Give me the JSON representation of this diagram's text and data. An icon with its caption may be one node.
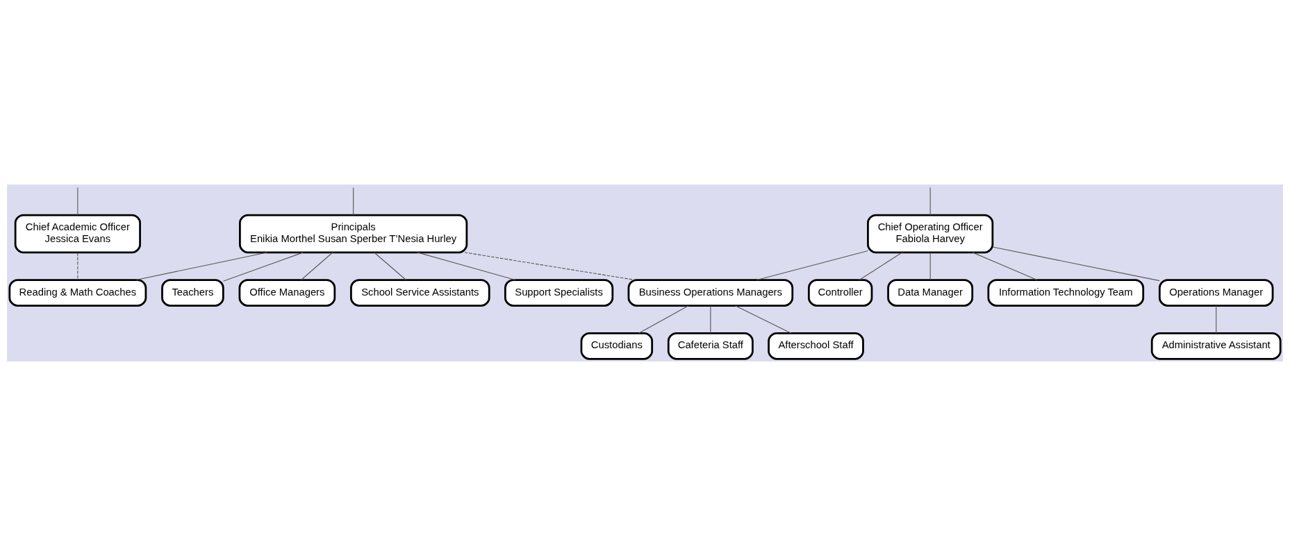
{
  "diagram": {
    "nodes": [
      {
        "text": [
          "Chief Academic Officer",
          "Jessica Evans"
        ]
      },
      {
        "text": [
          "Principals",
          "Enikia Morthel Susan Sperber T’Nesia Hurley"
        ]
      },
      {
        "text": [
          "Chief Operating Officer",
          "Fabiola Harvey"
        ]
      },
      {
        "text": [
          "Controller"
        ]
      },
      {
        "text": [
          "Data Manager"
        ]
      },
      {
        "text": [
          "Reading & Math Coaches"
        ]
      },
      {
        "text": [
          "Teachers"
        ]
      },
      {
        "text": [
          "Office Managers"
        ]
      },
      {
        "text": [
          "Business Operations Managers"
        ]
      },
      {
        "text": [
          "Information Technology Team"
        ]
      },
      {
        "text": [
          "Operations Manager"
        ]
      },
      {
        "text": [
          "School Service Assistants"
        ]
      },
      {
        "text": [
          "Support Specialists"
        ]
      },
      {
        "text": [
          "Custodians"
        ]
      },
      {
        "text": [
          "Cafeteria Staff"
        ]
      },
      {
        "text": [
          "Afterschool Staff"
        ]
      },
      {
        "text": [
          "Administrative Assistant"
        ]
      }
    ],
    "edges": [
      {
        "from": null,
        "to": 0,
        "arrow": "none"
      },
      {
        "from": null,
        "to": 1,
        "arrow": "none"
      },
      {
        "from": null,
        "to": 2,
        "arrow": "none"
      },
      {
        "from": 0,
        "to": 5,
        "arrow": "none",
        "style": "dashed"
      },
      {
        "from": 1,
        "to": 5,
        "arrow": "none"
      },
      {
        "from": 1,
        "to": 6,
        "arrow": "none"
      },
      {
        "from": 1,
        "to": 11,
        "arrow": "none"
      },
      {
        "from": 1,
        "to": 12,
        "arrow": "none"
      },
      {
        "from": 1,
        "to": 7,
        "arrow": "none"
      },
      {
        "from": 1,
        "to": 8,
        "arrow": "none",
        "style": "dashed"
      },
      {
        "from": 2,
        "to": 3,
        "arrow": "none"
      },
      {
        "from": 2,
        "to": 4,
        "arrow": "none"
      },
      {
        "from": 2,
        "to": 8,
        "arrow": "none"
      },
      {
        "from": 2,
        "to": 9,
        "arrow": "none"
      },
      {
        "from": 2,
        "to": 10,
        "arrow": "none"
      },
      {
        "from": 8,
        "to": 13,
        "arrow": "none"
      },
      {
        "from": 8,
        "to": 14,
        "arrow": "none"
      },
      {
        "from": 8,
        "to": 15,
        "arrow": "none"
      },
      {
        "from": 10,
        "to": 16,
        "arrow": "none"
      }
    ]
  }
}
